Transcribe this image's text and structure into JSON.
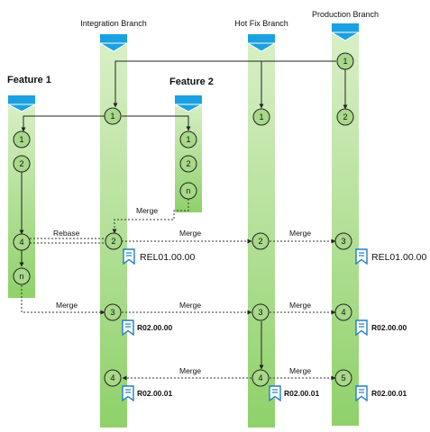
{
  "lanes": {
    "integration": {
      "title": "Integration Branch"
    },
    "hotfix": {
      "title": "Hot Fix Branch"
    },
    "production": {
      "title": "Production Branch"
    },
    "feature1": {
      "title": "Feature 1"
    },
    "feature2": {
      "title": "Feature 2"
    }
  },
  "nodes": {
    "prod_1": "1",
    "prod_2": "2",
    "prod_3": "3",
    "prod_4": "4",
    "prod_5": "5",
    "hot_1": "1",
    "hot_2": "2",
    "hot_3": "3",
    "hot_4": "4",
    "int_1": "1",
    "int_2": "2",
    "int_3": "3",
    "int_4": "4",
    "f1_1": "1",
    "f1_2": "2",
    "f1_4": "4",
    "f1_n": "n",
    "f2_1": "1",
    "f2_2": "2",
    "f2_n": "n"
  },
  "edge_labels": {
    "rebase": "Rebase",
    "merge_f2_int": "Merge",
    "merge_int_hot_1": "Merge",
    "merge_hot_prod_1": "Merge",
    "merge_f1_int": "Merge",
    "merge_int_hot_2": "Merge",
    "merge_hot_prod_2": "Merge",
    "merge_hot_int_3": "Merge",
    "merge_hot_prod_3": "Merge"
  },
  "tags": {
    "int_rel": "REL01.00.00",
    "prod_rel": "REL01.00.00",
    "int_r2": "R02.00.00",
    "prod_r2": "R02.00.00",
    "int_r21": "R02.00.01",
    "hot_r21": "R02.00.01",
    "prod_r21": "R02.00.01"
  },
  "colors": {
    "lane_top": "#d8efc6",
    "lane_bottom": "#8fd16a",
    "lane_header": "#1ba1e2",
    "lane_header_edge": "#ffffff",
    "node_fill": "#a8d889",
    "node_stroke": "#222222",
    "edge": "#222222",
    "tag_icon": "#1f7fc1"
  }
}
